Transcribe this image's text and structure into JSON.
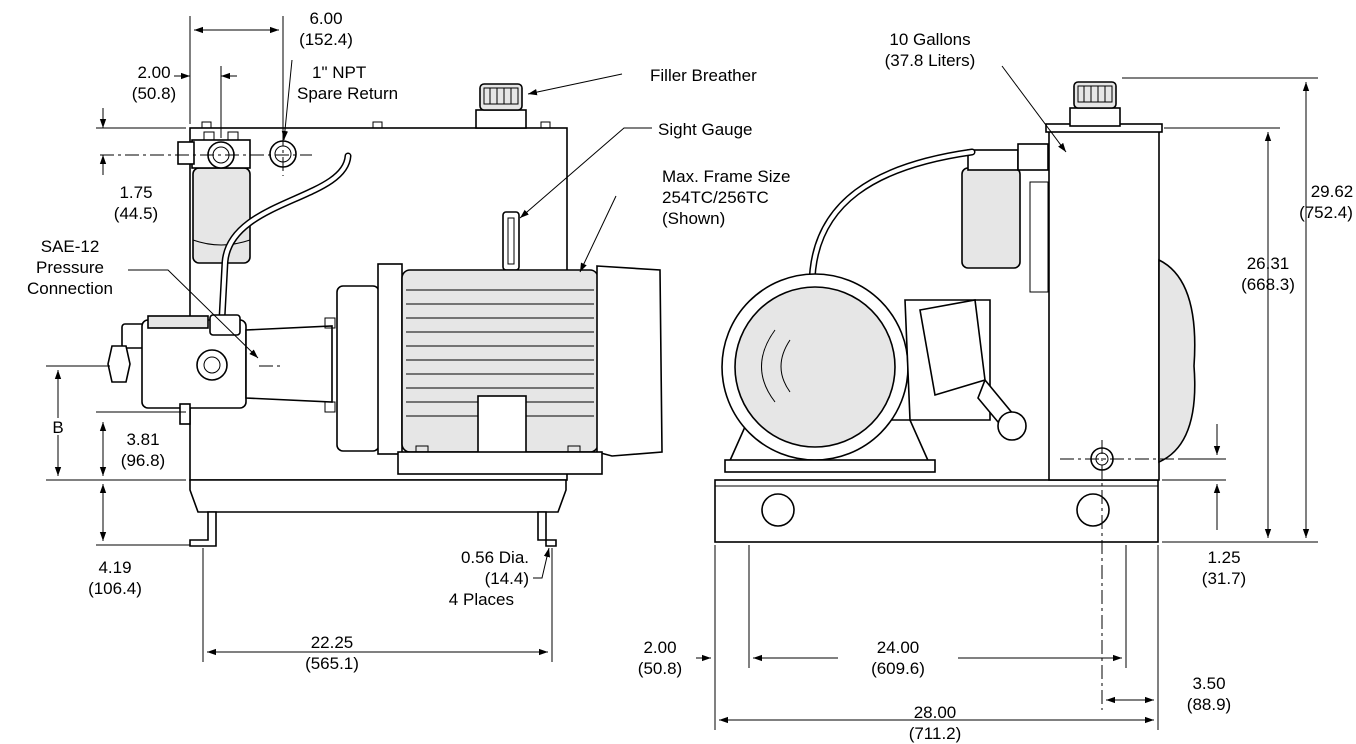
{
  "labels": {
    "dim_6_00": "6.00",
    "dim_6_00_mm": "(152.4)",
    "dim_2_00_top": "2.00",
    "dim_2_00_top_mm": "(50.8)",
    "npt_line1": "1\" NPT",
    "npt_line2": "Spare Return",
    "filler_breather": "Filler Breather",
    "sight_gauge": "Sight Gauge",
    "frame_line1": "Max. Frame Size",
    "frame_line2": "254TC/256TC",
    "frame_line3": "(Shown)",
    "dim_1_75": "1.75",
    "dim_1_75_mm": "(44.5)",
    "sae_line1": "SAE-12",
    "sae_line2": "Pressure",
    "sae_line3": "Connection",
    "dim_b": "B",
    "dim_3_81": "3.81",
    "dim_3_81_mm": "(96.8)",
    "dim_4_19": "4.19",
    "dim_4_19_mm": "(106.4)",
    "dia_line1": "0.56 Dia.",
    "dia_line2": "(14.4)",
    "dia_line3": "4 Places",
    "dim_22_25": "22.25",
    "dim_22_25_mm": "(565.1)",
    "gallons_line1": "10 Gallons",
    "gallons_line2": "(37.8 Liters)",
    "dim_29_62": "29.62",
    "dim_29_62_mm": "(752.4)",
    "dim_26_31": "26.31",
    "dim_26_31_mm": "(668.3)",
    "dim_1_25": "1.25",
    "dim_1_25_mm": "(31.7)",
    "dim_2_00_bottom": "2.00",
    "dim_2_00_bottom_mm": "(50.8)",
    "dim_24_00": "24.00",
    "dim_24_00_mm": "(609.6)",
    "dim_3_50": "3.50",
    "dim_3_50_mm": "(88.9)",
    "dim_28_00": "28.00",
    "dim_28_00_mm": "(711.2)"
  }
}
